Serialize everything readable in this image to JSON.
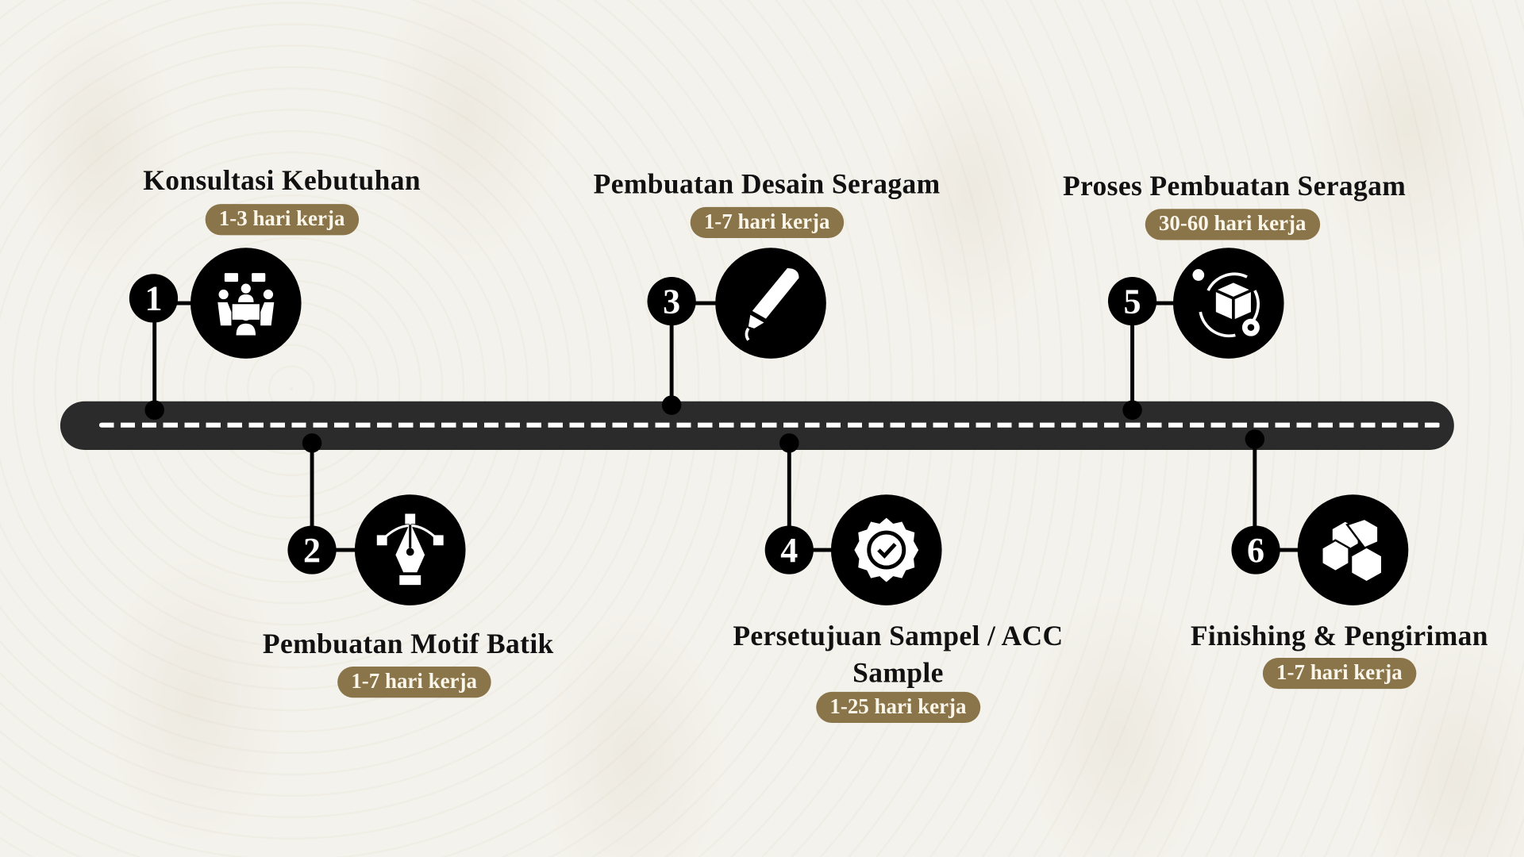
{
  "colors": {
    "bar": "#2b2b2b",
    "pill": "#8a7449",
    "background": "#f4f2ec"
  },
  "steps": [
    {
      "number": "1",
      "title": "Konsultasi Kebutuhan",
      "duration": "1-3 hari kerja",
      "icon": "meeting-icon"
    },
    {
      "number": "2",
      "title": "Pembuatan Motif Batik",
      "duration": "1-7 hari kerja",
      "icon": "pen-tool-icon"
    },
    {
      "number": "3",
      "title": "Pembuatan Desain Seragam",
      "duration": "1-7 hari kerja",
      "icon": "stylus-icon"
    },
    {
      "number": "4",
      "title": "Persetujuan Sampel / ACC Sample",
      "duration": "1-25 hari kerja",
      "icon": "approval-badge-icon"
    },
    {
      "number": "5",
      "title": "Proses Pembuatan Seragam",
      "duration": "30-60 hari kerja",
      "icon": "production-process-icon"
    },
    {
      "number": "6",
      "title": "Finishing & Pengiriman",
      "duration": "1-7 hari kerja",
      "icon": "boxes-icon"
    }
  ]
}
